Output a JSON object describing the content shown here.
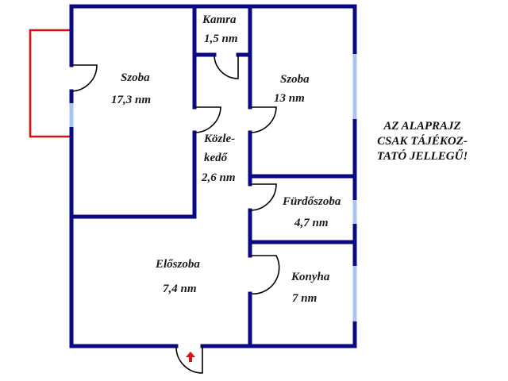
{
  "floorplan": {
    "rooms": [
      {
        "id": "szoba-left",
        "name": "Szoba",
        "area": "17,3 nm"
      },
      {
        "id": "kamra",
        "name": "Kamra",
        "area": "1,5 nm"
      },
      {
        "id": "szoba-right",
        "name": "Szoba",
        "area": "13 nm"
      },
      {
        "id": "kozlekedo",
        "name_line1": "Közle-",
        "name_line2": "kedő",
        "area": "2,6 nm"
      },
      {
        "id": "furdoszoba",
        "name": "Fürdőszoba",
        "area": "4,7 nm"
      },
      {
        "id": "eloszoba",
        "name": "Előszoba",
        "area": "7,4 nm"
      },
      {
        "id": "konyha",
        "name": "Konyha",
        "area": "7 nm"
      }
    ],
    "disclaimer": {
      "line1": "AZ ALAPRAJZ",
      "line2": "CSAK TÁJÉKOZ-",
      "line3": "TATÓ JELLEGŰ!"
    },
    "colors": {
      "wall": "#0a0a85",
      "window": "#a9c4ee",
      "balcony": "#e01010",
      "entrance_arrow": "#e01010"
    },
    "icons": {
      "entrance_arrow": "up-arrow"
    }
  }
}
